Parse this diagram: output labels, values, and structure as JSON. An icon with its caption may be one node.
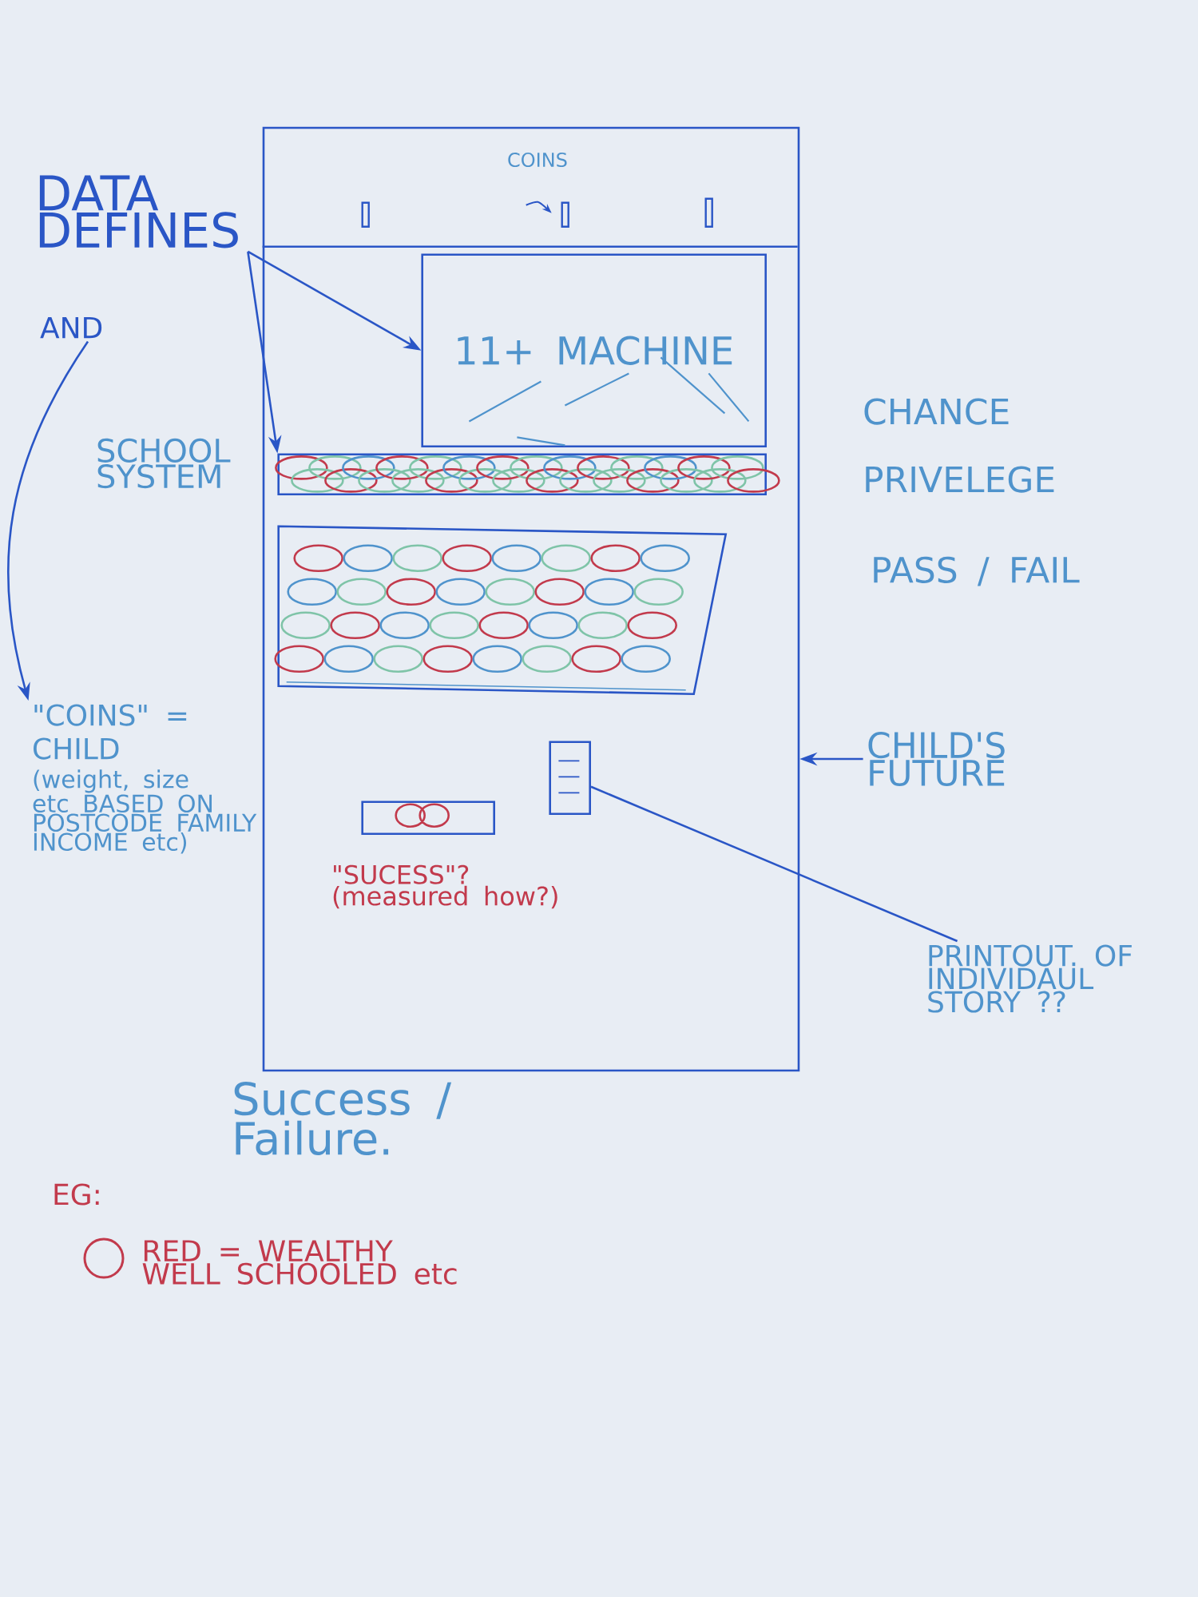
{
  "diagram": {
    "nodes": [
      {
        "text": [
          "DATA DEFINES"
        ]
      },
      {
        "text": [
          "AND"
        ]
      },
      {
        "text": [
          "\"COINS\" = CHILD",
          "(weight, size etc BASED ON POSTCODE FAMILY INCOME etc)"
        ]
      },
      {
        "text": [],
        "shape": "box"
      },
      {
        "text": [
          "11+ MACHINE"
        ],
        "in": 3
      },
      {
        "text": [],
        "shape": "box",
        "in": 3
      },
      {
        "text": [],
        "shape": "box",
        "in": 3
      },
      {
        "text": [
          "CHILD'S FUTURE"
        ]
      },
      {
        "text": [
          "PRINTOUT. OF INDIVIDAUL STORY ??"
        ]
      }
    ],
    "edges": [
      {
        "from": 0,
        "to": 4,
        "arrow": "to"
      },
      {
        "from": 0,
        "to": 5,
        "arrow": "to"
      },
      {
        "from": 1,
        "to": 2,
        "arrow": "to"
      },
      {
        "from": 7,
        "to": 3,
        "arrow": "to"
      },
      {
        "from": 8,
        "to": 6,
        "arrow": "none"
      }
    ],
    "labels": [
      "COINS",
      "SCHOOL SYSTEM",
      "CHANCE",
      "PRIVELEGE",
      "PASS / FAIL",
      "\"SUCESS\"? (measured how?)",
      "Success / Failure.",
      "EG:"
    ],
    "legend": [
      {
        "text": "RED = WEALTHY WELL SCHOOLED etc"
      }
    ]
  }
}
